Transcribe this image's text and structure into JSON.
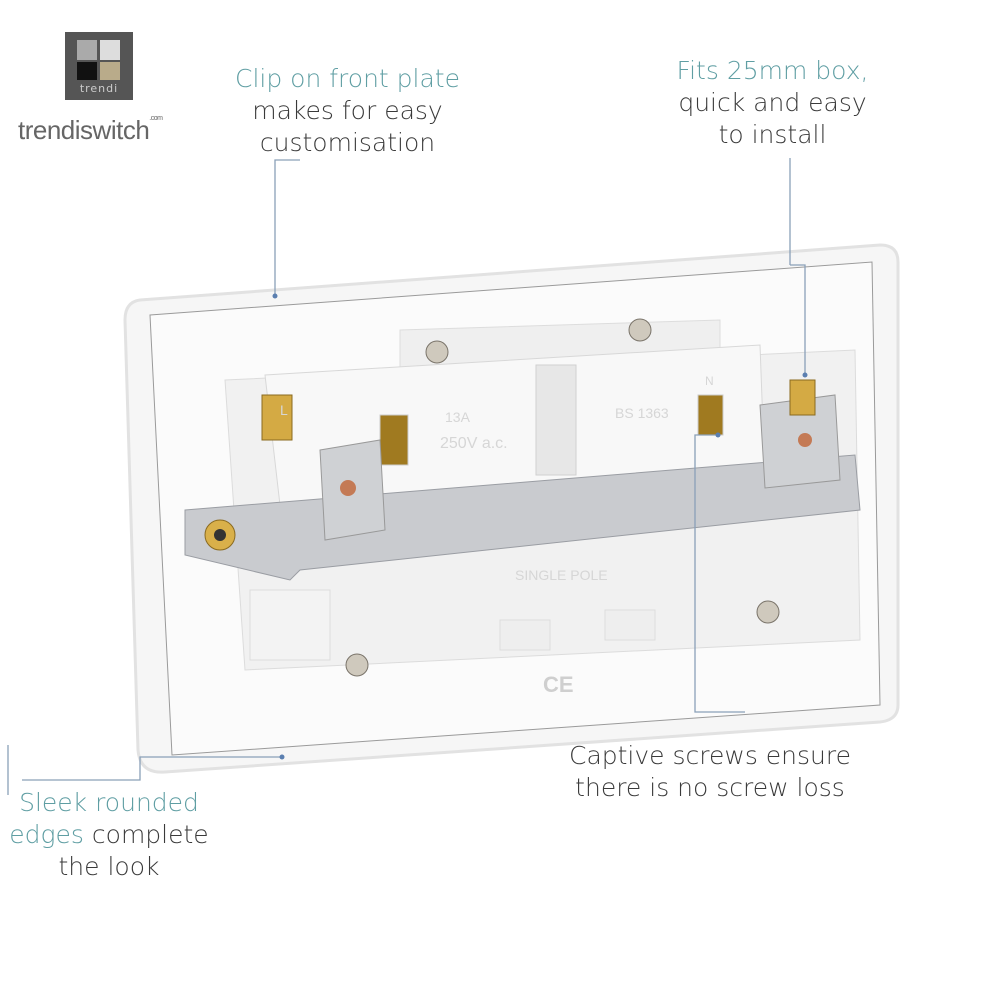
{
  "brand": {
    "logo_mark_text": "trendi",
    "wordmark": "trendiswitch",
    "wordmark_suffix": ".com"
  },
  "callouts": {
    "clip": {
      "highlight": "Clip on front plate",
      "rest_line1": "makes for easy",
      "rest_line2": "customisation"
    },
    "box": {
      "highlight": "Fits 25mm box,",
      "rest_line1": "quick and easy",
      "rest_line2": "to install"
    },
    "edges": {
      "highlight1": "Sleek rounded",
      "highlight2": "edges",
      "rest_inline": " complete",
      "rest_line": "the look"
    },
    "screws": {
      "line1": "Captive screws ensure",
      "line2": "there is no screw loss"
    }
  },
  "product_markings": {
    "live": "L",
    "neutral": "N",
    "rating": "13A",
    "voltage": "250V a.c.",
    "standard": "BS 1363",
    "pole": "SINGLE POLE",
    "ce": "CE"
  },
  "colors": {
    "highlight": "#5f9ea3",
    "text": "#3a3a3a",
    "leader": "#8aa0b8"
  }
}
